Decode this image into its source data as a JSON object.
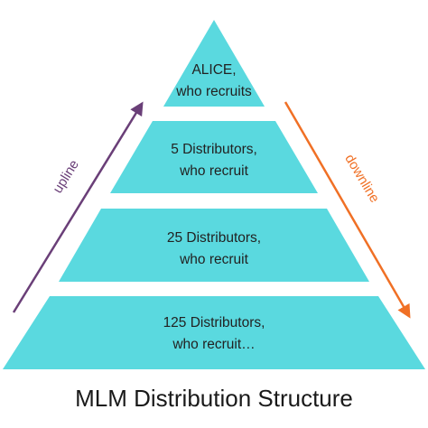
{
  "colors": {
    "tier_fill": "#5ad9df",
    "upline_arrow": "#6a3f78",
    "downline_arrow": "#f07025",
    "text": "#222222"
  },
  "tiers": [
    {
      "line1": "ALICE,",
      "line2": "who recruits"
    },
    {
      "line1": "5 Distributors,",
      "line2": "who recruit"
    },
    {
      "line1": "25 Distributors,",
      "line2": "who recruit"
    },
    {
      "line1": "125 Distributors,",
      "line2": "who recruit…"
    }
  ],
  "arrows": {
    "upline_label": "upline",
    "downline_label": "downline"
  },
  "title": "MLM Distribution Structure"
}
